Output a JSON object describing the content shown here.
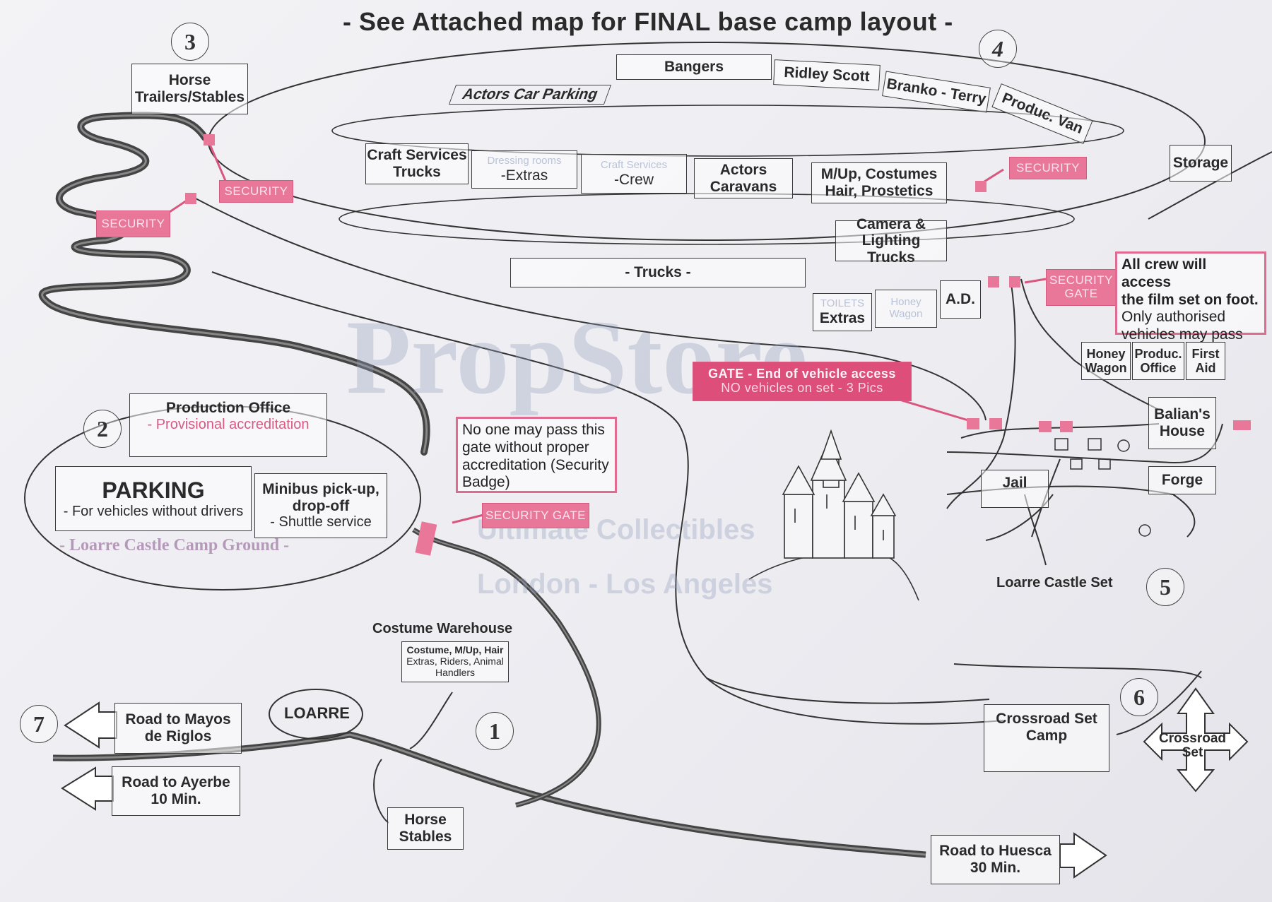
{
  "title": "- See Attached map for FINAL base camp layout -",
  "zone_numbers": {
    "camp": "2",
    "set": "5",
    "crossroad": "6",
    "loarre": "1",
    "trailers": "3",
    "base": "4",
    "road": "7"
  },
  "base_camp": {
    "bangers": "Bangers",
    "ridley": "Ridley Scott",
    "branko": "Branko - Terry",
    "produc_van": "Produc. Van",
    "actors_car": "Actors Car Parking",
    "craft": [
      "Craft Services",
      "Trucks"
    ],
    "extras_faded": "Dressing rooms",
    "extras": "-Extras",
    "crew_faded": "Craft Services",
    "crew": "-Crew",
    "actors_caravans": [
      "Actors",
      "Caravans"
    ],
    "mup": [
      "M/Up, Costumes",
      "Hair, Prostetics"
    ],
    "camera": [
      "Camera &",
      "Lighting Trucks"
    ],
    "trucks": "- Trucks -",
    "storage": "Storage"
  },
  "horse_trailers": [
    "Horse",
    "Trailers/Stables"
  ],
  "security_labels": {
    "s1": "SECURITY",
    "s2": "SECURITY",
    "s3": "SECURITY",
    "gate_top": [
      "SECURITY",
      "GATE"
    ],
    "gate_bottom": "SECURITY GATE"
  },
  "vehicle_gate": [
    "GATE - End of vehicle access",
    "NO vehicles on set - 3 Pics"
  ],
  "crew_note": [
    "All crew will access",
    "the film set on foot.",
    "Only authorised",
    "vehicles may pass"
  ],
  "toilets": {
    "faded": "TOILETS",
    "label": "Extras"
  },
  "honey_faded": [
    "Honey",
    "Wagon"
  ],
  "ad": "A.D.",
  "set_buildings": {
    "honey": [
      "Honey",
      "Wagon"
    ],
    "produc": [
      "Produc.",
      "Office"
    ],
    "first_aid": [
      "First",
      "Aid"
    ],
    "balian": [
      "Balian's",
      "House"
    ],
    "forge": "Forge",
    "jail": "Jail"
  },
  "set_label": "Loarre Castle Set",
  "camp_ground": {
    "production": "Production Office",
    "provisional": "- Provisional accreditation",
    "parking": "PARKING",
    "parking_sub": "- For vehicles without drivers",
    "minibus": [
      "Minibus pick-up,",
      "drop-off"
    ],
    "shuttle": "- Shuttle service",
    "ground": "- Loarre Castle Camp Ground -"
  },
  "gate_note": "No one may pass this gate without proper accreditation (Security Badge)",
  "costume": {
    "title": "Costume Warehouse",
    "line1": "Costume, M/Up, Hair",
    "line2": "Extras, Riders, Animal",
    "line3": "Handlers"
  },
  "loarre": "LOARRE",
  "horse_stables": [
    "Horse",
    "Stables"
  ],
  "roads": {
    "mayos": [
      "Road to Mayos",
      "de Riglos"
    ],
    "ayerbe": [
      "Road to Ayerbe",
      "10 Min."
    ],
    "huesca": [
      "Road to Huesca",
      "30 Min."
    ]
  },
  "crossroad_camp": [
    "Crossroad Set",
    "Camp"
  ],
  "crossroad_set": [
    "Crossroad",
    "Set"
  ],
  "watermark": {
    "brand": "PropStore",
    "line1": "Ultimate Collectibles",
    "line2": "London - Los Angeles"
  },
  "colors": {
    "security": "#e8779a",
    "ink": "#2a2a2a",
    "road": "#333333"
  }
}
